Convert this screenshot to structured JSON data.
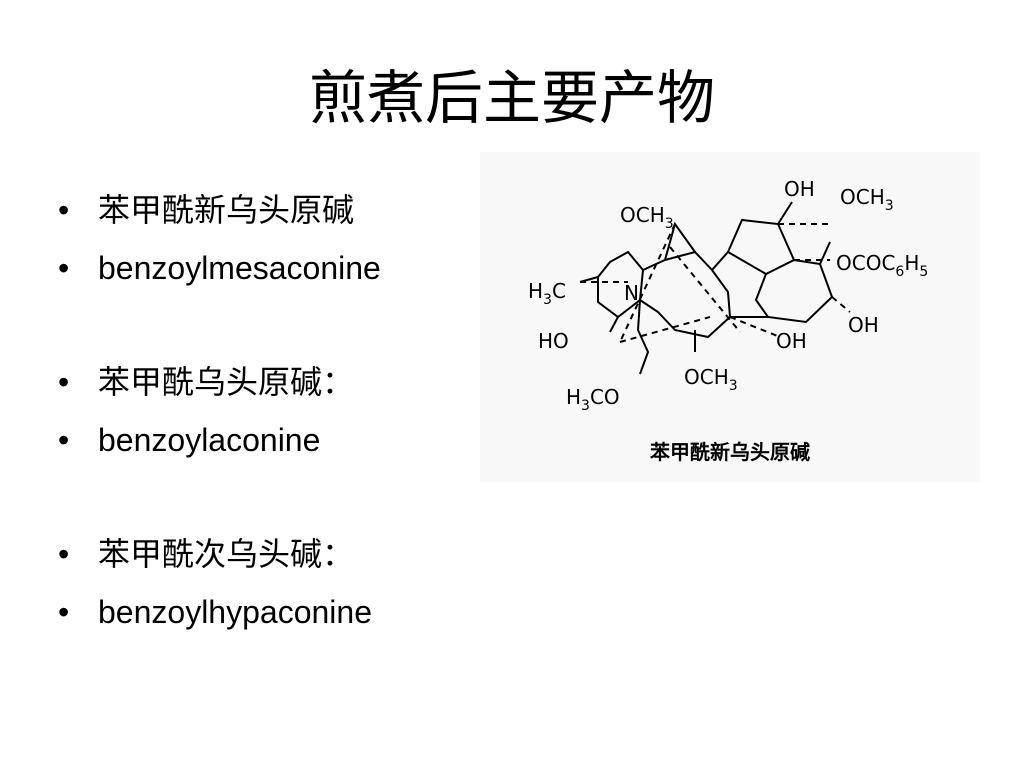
{
  "slide": {
    "title": "煎煮后主要产物"
  },
  "bullets": [
    {
      "marker": "•",
      "text": "苯甲酰新乌头原碱"
    },
    {
      "marker": "•",
      "text": "benzoylmesaconine"
    },
    {
      "marker": "•",
      "text": "苯甲酰乌头原碱："
    },
    {
      "marker": "•",
      "text": "benzoylaconine"
    },
    {
      "marker": "•",
      "text": "苯甲酰次乌头碱："
    },
    {
      "marker": "•",
      "text": "benzoylhypaconine"
    }
  ],
  "figure": {
    "caption": "苯甲酰新乌头原碱",
    "labels": {
      "oh_top": "OH",
      "och3_top_right": "OCH",
      "och3_top_right_sub": "3",
      "och3_top_left": "OCH",
      "och3_top_left_sub": "3",
      "ococ6h5_a": "OCOC",
      "ococ6h5_b": "6",
      "ococ6h5_c": "H",
      "ococ6h5_d": "5",
      "h3c_a": "H",
      "h3c_b": "3",
      "h3c_c": "C",
      "n": "N",
      "oh_right": "OH",
      "ho_left": "HO",
      "oh_bottom": "OH",
      "och3_bottom": "OCH",
      "och3_bottom_sub": "3",
      "h3co_a": "H",
      "h3co_b": "3",
      "h3co_c": "CO"
    }
  }
}
